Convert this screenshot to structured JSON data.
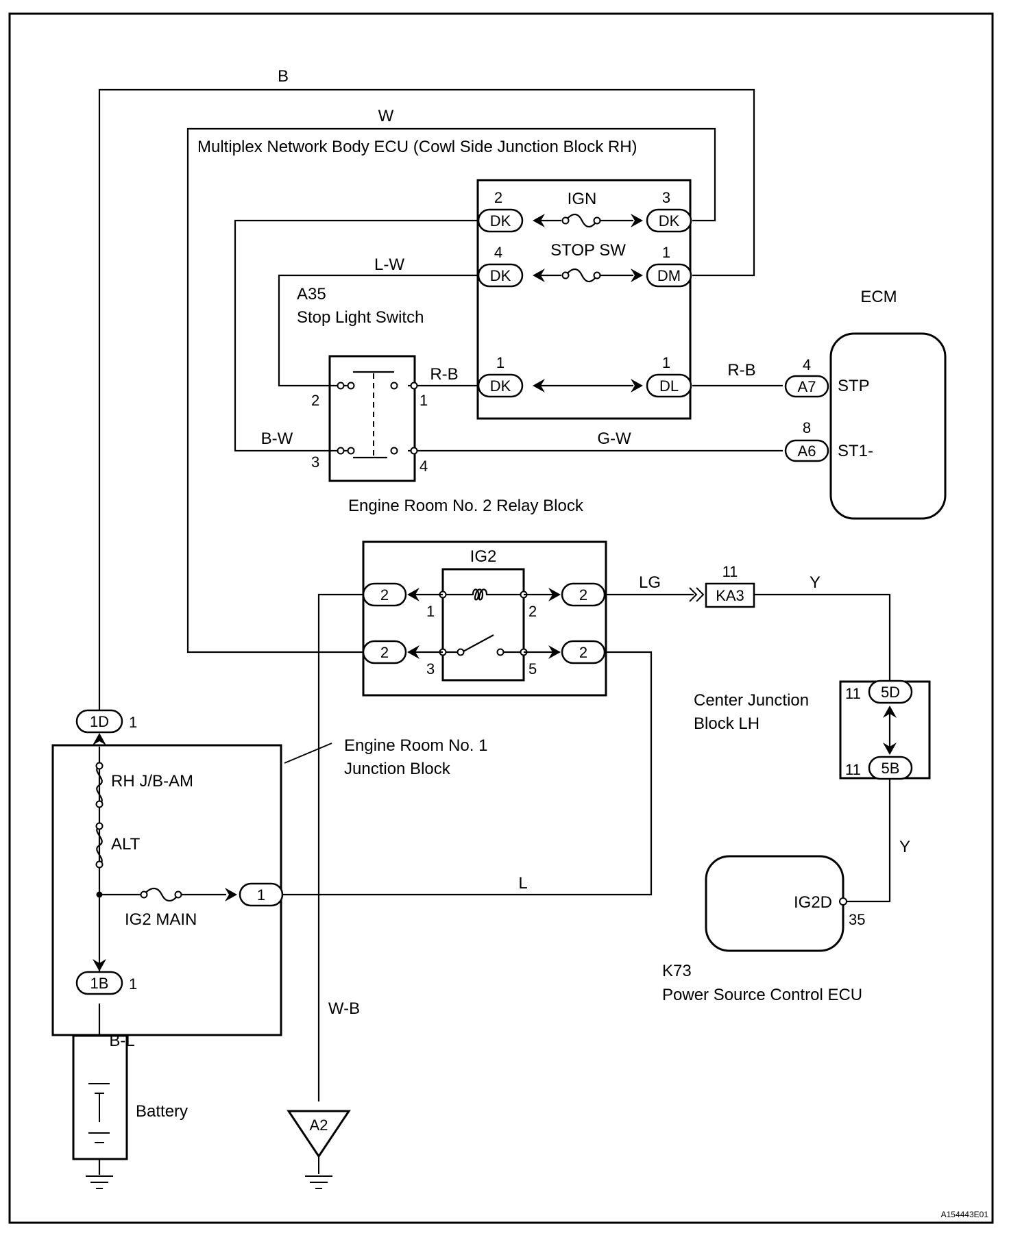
{
  "page": {
    "reference_code": "A154443E01"
  },
  "wires": {
    "b": "B",
    "w": "W",
    "lw": "L-W",
    "rb_switch": "R-B",
    "rb_ecm": "R-B",
    "bw": "B-W",
    "gw": "G-W",
    "lg": "LG",
    "y_top": "Y",
    "y_bottom": "Y",
    "l": "L",
    "wb": "W-B",
    "bl": "B-L"
  },
  "body_ecu": {
    "name": "Multiplex Network Body ECU (Cowl Side Junction Block RH)",
    "ign_label": "IGN",
    "stopsw_label": "STOP SW",
    "connectors": [
      {
        "pin": "2",
        "code": "DK"
      },
      {
        "pin": "3",
        "code": "DK"
      },
      {
        "pin": "4",
        "code": "DK"
      },
      {
        "pin": "1",
        "code": "DM"
      },
      {
        "pin": "1",
        "code": "DK"
      },
      {
        "pin": "1",
        "code": "DL"
      }
    ]
  },
  "stop_light_switch": {
    "code": "A35",
    "name": "Stop Light Switch",
    "pins": [
      "2",
      "1",
      "3",
      "4"
    ],
    "relay_block_name": "Engine Room No. 2 Relay Block"
  },
  "ecm": {
    "name": "ECM",
    "terminals": [
      {
        "pin": "4",
        "connector": "A7",
        "signal": "STP"
      },
      {
        "pin": "8",
        "connector": "A6",
        "signal": "ST1-"
      }
    ]
  },
  "ig2_relay": {
    "name": "IG2",
    "connector_code": "2",
    "pins": [
      "1",
      "2",
      "3",
      "5"
    ]
  },
  "junction_ka3": {
    "pin": "11",
    "code": "KA3"
  },
  "center_jb": {
    "name_line1": "Center Junction",
    "name_line2": "Block LH",
    "top": {
      "pin": "11",
      "code": "5D"
    },
    "bottom": {
      "pin": "11",
      "code": "5B"
    }
  },
  "power_source_ecu": {
    "code": "K73",
    "name": "Power Source Control ECU",
    "terminal": "IG2D",
    "pin": "35"
  },
  "engine_room_jb1": {
    "name_line1": "Engine Room No. 1",
    "name_line2": "Junction Block",
    "top_connector": {
      "code": "1D",
      "pin": "1"
    },
    "bottom_connector": {
      "code": "1B",
      "pin": "1"
    },
    "out_connector": "1",
    "fuses": [
      "RH J/B-AM",
      "ALT",
      "IG2 MAIN"
    ]
  },
  "battery": {
    "label": "Battery"
  },
  "ground": {
    "code": "A2"
  }
}
